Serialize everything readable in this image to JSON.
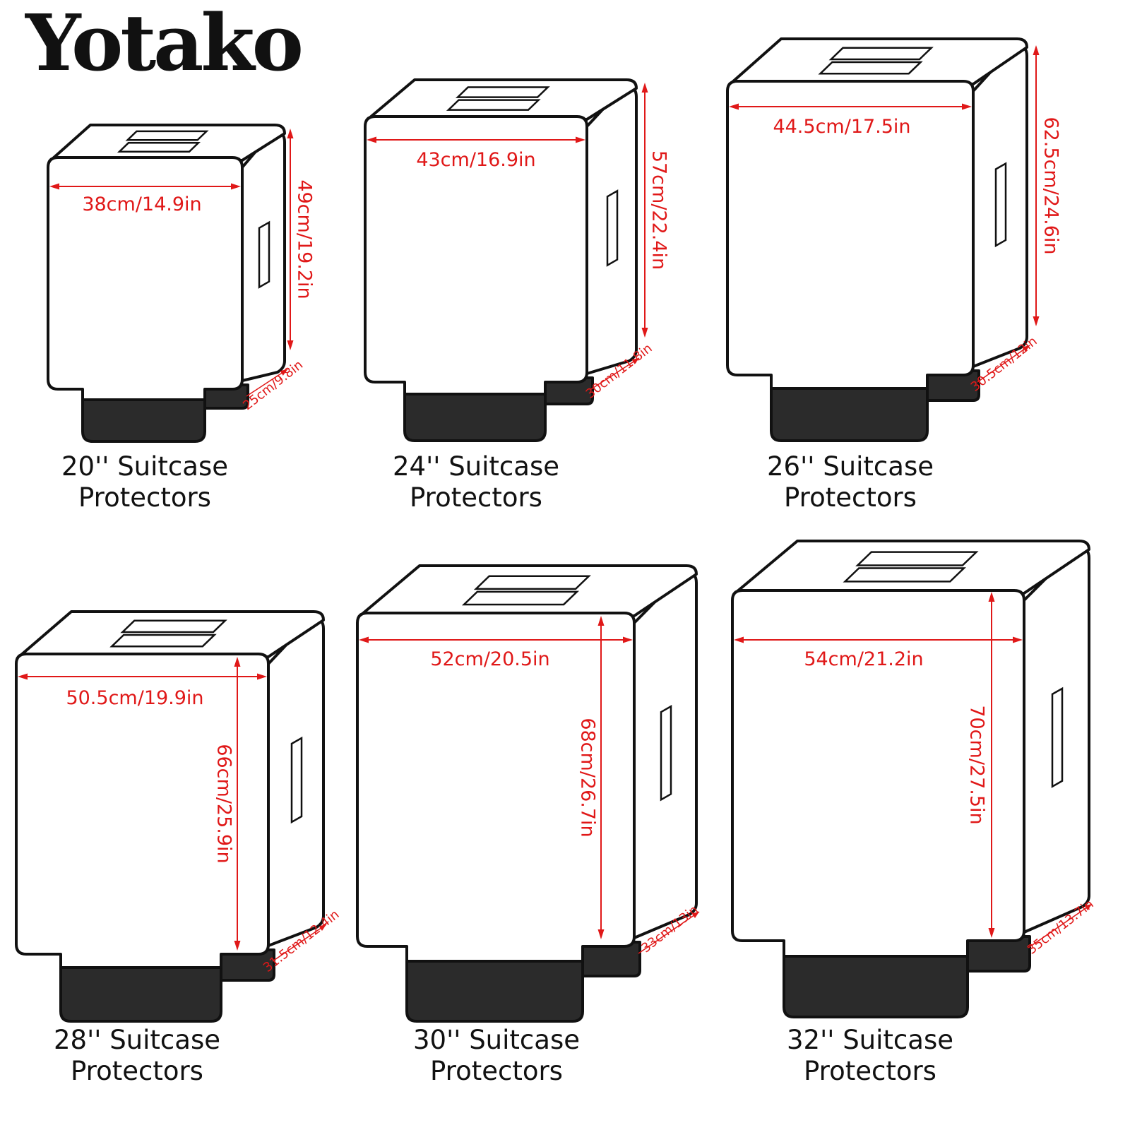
{
  "brand": {
    "logo_text": "Yotako"
  },
  "colors": {
    "outline": "#111111",
    "base": "#2b2b2b",
    "dimension": "#e01818"
  },
  "suitcases": [
    {
      "size_label": "20'' Suitcase",
      "product_label": "Protectors",
      "width_label": "38cm/14.9in",
      "height_label": "49cm/19.2in",
      "depth_label": "25cm/9.8in"
    },
    {
      "size_label": "24'' Suitcase",
      "product_label": "Protectors",
      "width_label": "43cm/16.9in",
      "height_label": "57cm/22.4in",
      "depth_label": "30cm/11.8in"
    },
    {
      "size_label": "26'' Suitcase",
      "product_label": "Protectors",
      "width_label": "44.5cm/17.5in",
      "height_label": "62.5cm/24.6in",
      "depth_label": "30.5cm/12in"
    },
    {
      "size_label": "28'' Suitcase",
      "product_label": "Protectors",
      "width_label": "50.5cm/19.9in",
      "height_label": "66cm/25.9in",
      "depth_label": "31.5cm/12.4in"
    },
    {
      "size_label": "30'' Suitcase",
      "product_label": "Protectors",
      "width_label": "52cm/20.5in",
      "height_label": "68cm/26.7in",
      "depth_label": "33cm/13in"
    },
    {
      "size_label": "32'' Suitcase",
      "product_label": "Protectors",
      "width_label": "54cm/21.2in",
      "height_label": "70cm/27.5in",
      "depth_label": "35cm/13.7in"
    }
  ]
}
